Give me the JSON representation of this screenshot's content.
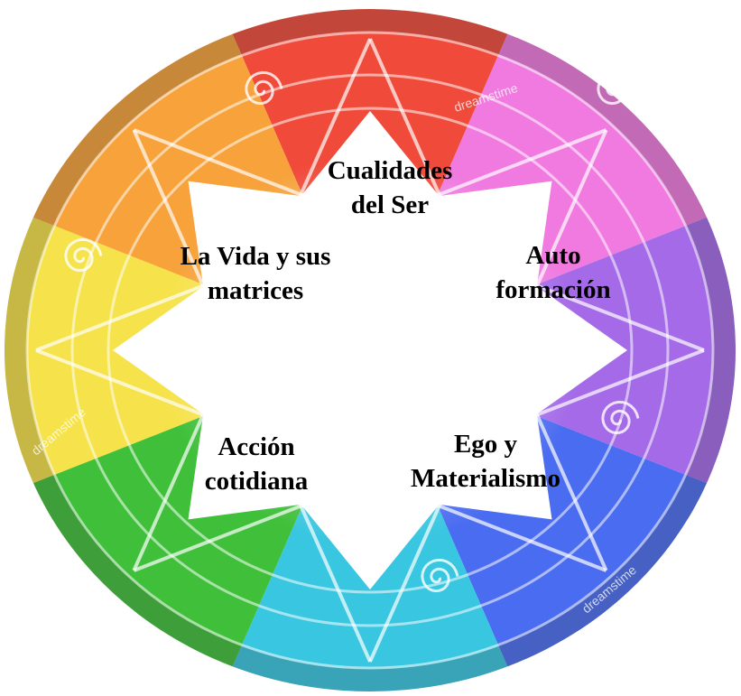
{
  "diagram": {
    "sections": [
      {
        "id": "cualidades",
        "lines": [
          "Cualidades",
          "del Ser"
        ]
      },
      {
        "id": "auto",
        "lines": [
          "Auto",
          "formación"
        ]
      },
      {
        "id": "ego",
        "lines": [
          "Ego y",
          "Materialismo"
        ]
      },
      {
        "id": "accion",
        "lines": [
          "Acción",
          "cotidiana"
        ]
      },
      {
        "id": "vida",
        "lines": [
          "La Vida y sus",
          "matrices"
        ]
      }
    ],
    "watermark": "dreamstime",
    "colors": {
      "red": "#f04a3a",
      "orange": "#f7a23a",
      "yellow": "#f6e24a",
      "green": "#3fbf3a",
      "cyan": "#39c6e0",
      "blue": "#4a6cf0",
      "purple": "#a46ae8",
      "magenta": "#f07ae0"
    }
  }
}
